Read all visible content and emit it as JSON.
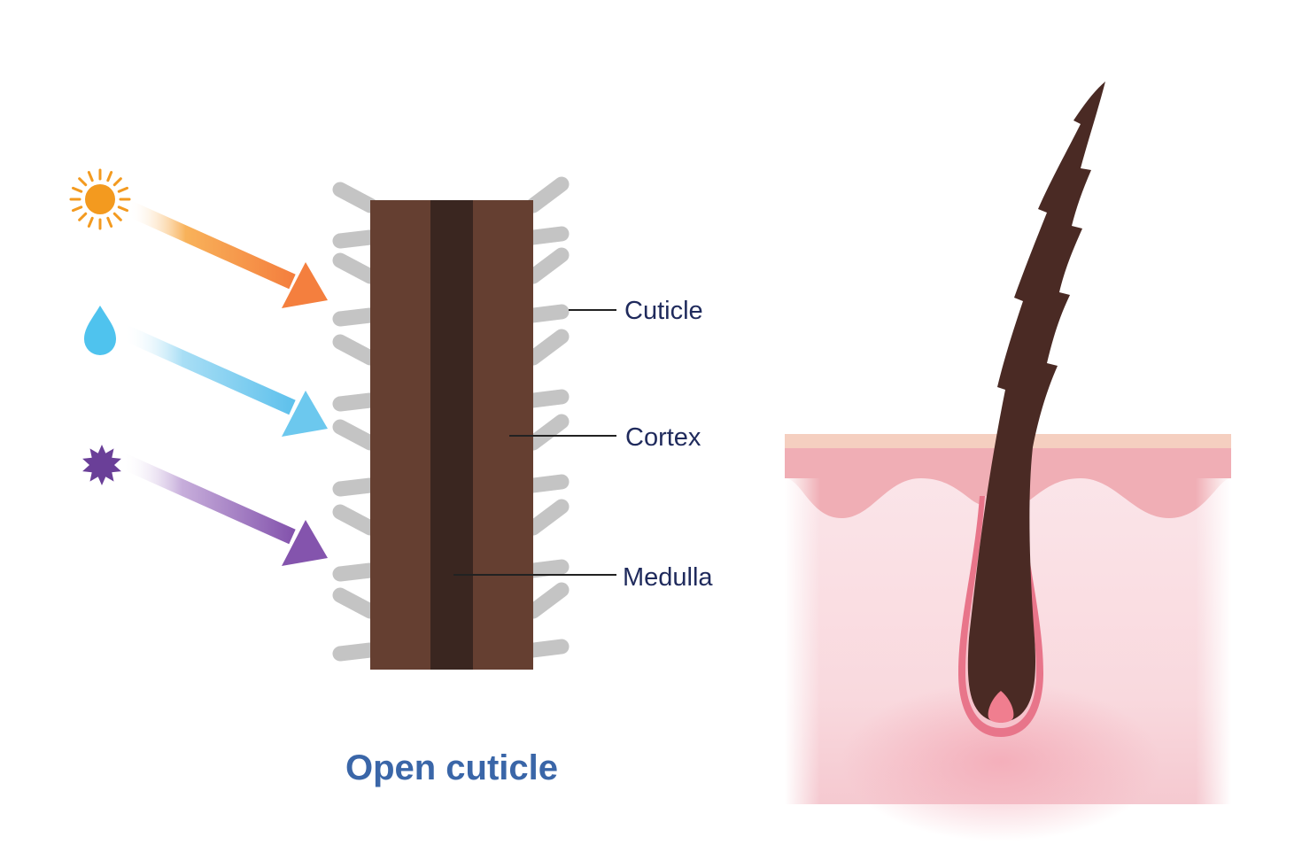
{
  "labels": {
    "cuticle": "Cuticle",
    "cortex": "Cortex",
    "medulla": "Medulla"
  },
  "caption": "Open cuticle",
  "colors": {
    "hair_cortex": "#653f31",
    "hair_medulla": "#3a2620",
    "cuticle_scale": "#c0c0c0",
    "label_text": "#1f2a5c",
    "caption_text": "#3a66a8",
    "sun": "#f39a1f",
    "water": "#4fc3ee",
    "uv": "#6a3f98",
    "arrow_sun": "#f47f3e",
    "arrow_water": "#6cc8ee",
    "arrow_uv": "#8a5bb0",
    "skin_surface": "#f5cfc0",
    "epidermis": "#f0aeb5",
    "dermis": "#f9e3e6",
    "follicle": "#e8758a",
    "hair_shaft": "#4a2a24",
    "papilla": "#f07e8f"
  },
  "icons": [
    "sun-icon",
    "water-drop-icon",
    "uv-star-icon"
  ]
}
